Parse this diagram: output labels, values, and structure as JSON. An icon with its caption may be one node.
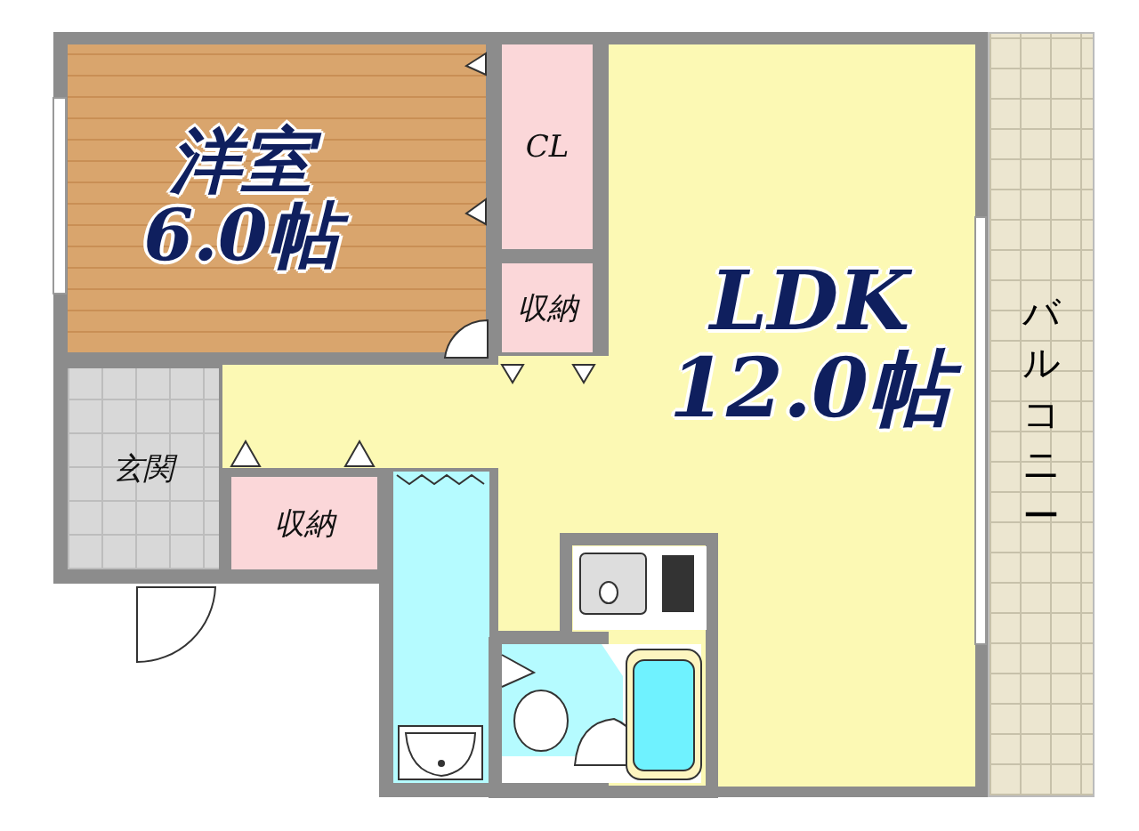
{
  "diagram": {
    "nodes": [
      {
        "text": [
          "洋室",
          "6.0帖"
        ]
      },
      {
        "text": [
          "CL"
        ]
      },
      {
        "text": [
          "収納"
        ]
      },
      {
        "text": [
          "LDK",
          "12.0帖"
        ]
      },
      {
        "text": [
          "バルコニー"
        ]
      },
      {
        "text": [
          "玄関"
        ]
      },
      {
        "text": [
          "収納"
        ]
      }
    ]
  }
}
